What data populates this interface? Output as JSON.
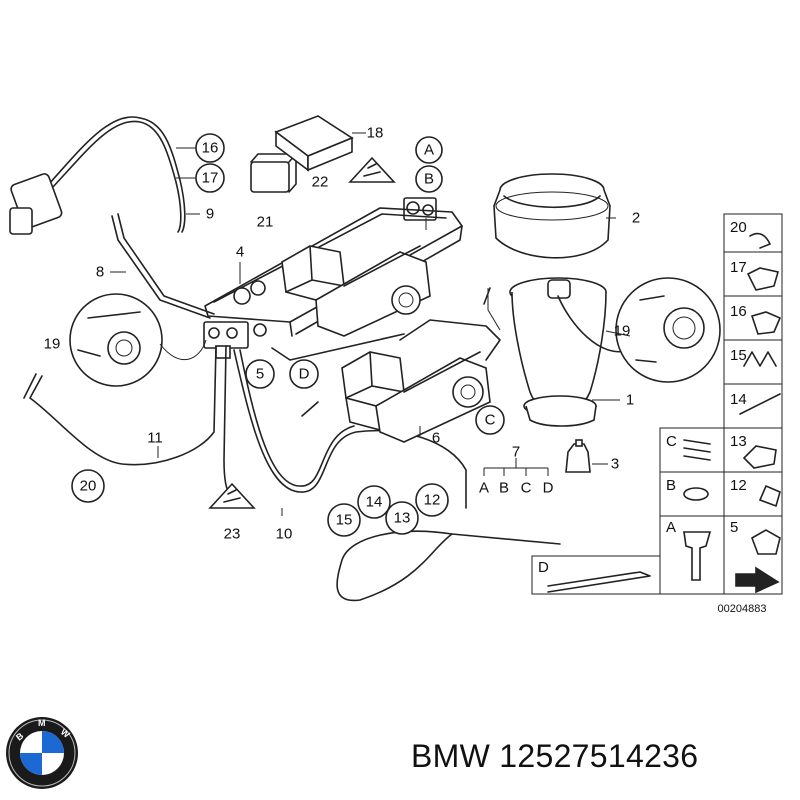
{
  "callouts": {
    "c16": "16",
    "c17": "17",
    "c9": "9",
    "c18": "18",
    "c22": "22",
    "c21": "21",
    "cA_top": "A",
    "cB_top": "B",
    "c2": "2",
    "c4": "4",
    "c8": "8",
    "c19_left": "19",
    "c5_main": "5",
    "cD_main": "D",
    "c1": "1",
    "c19_right": "19",
    "c6": "6",
    "cC_main": "C",
    "c11": "11",
    "c20_main": "20",
    "c23": "23",
    "c10": "10",
    "c7": "7",
    "c3": "3",
    "c14": "14",
    "c12": "12",
    "c15": "15",
    "c13": "13"
  },
  "group7": [
    "A",
    "B",
    "C",
    "D"
  ],
  "side_panel": {
    "items": [
      {
        "label": "20"
      },
      {
        "label": "17"
      },
      {
        "label": "16"
      },
      {
        "label": "15"
      },
      {
        "label": "14"
      },
      {
        "label": "13"
      },
      {
        "label": "12"
      },
      {
        "label": "5"
      }
    ],
    "letters": [
      {
        "label": "C"
      },
      {
        "label": "B"
      },
      {
        "label": "A"
      }
    ],
    "bottom_letter": "D"
  },
  "diagram_code": "00204883",
  "footer": {
    "brand": "BMW",
    "part_number": "12527514236",
    "text": "BMW 12527514236"
  },
  "logo": {
    "letters": "BMW",
    "colors": {
      "blue": "#1c69d4",
      "white": "#ffffff",
      "ring": "#1a1a1a"
    }
  }
}
